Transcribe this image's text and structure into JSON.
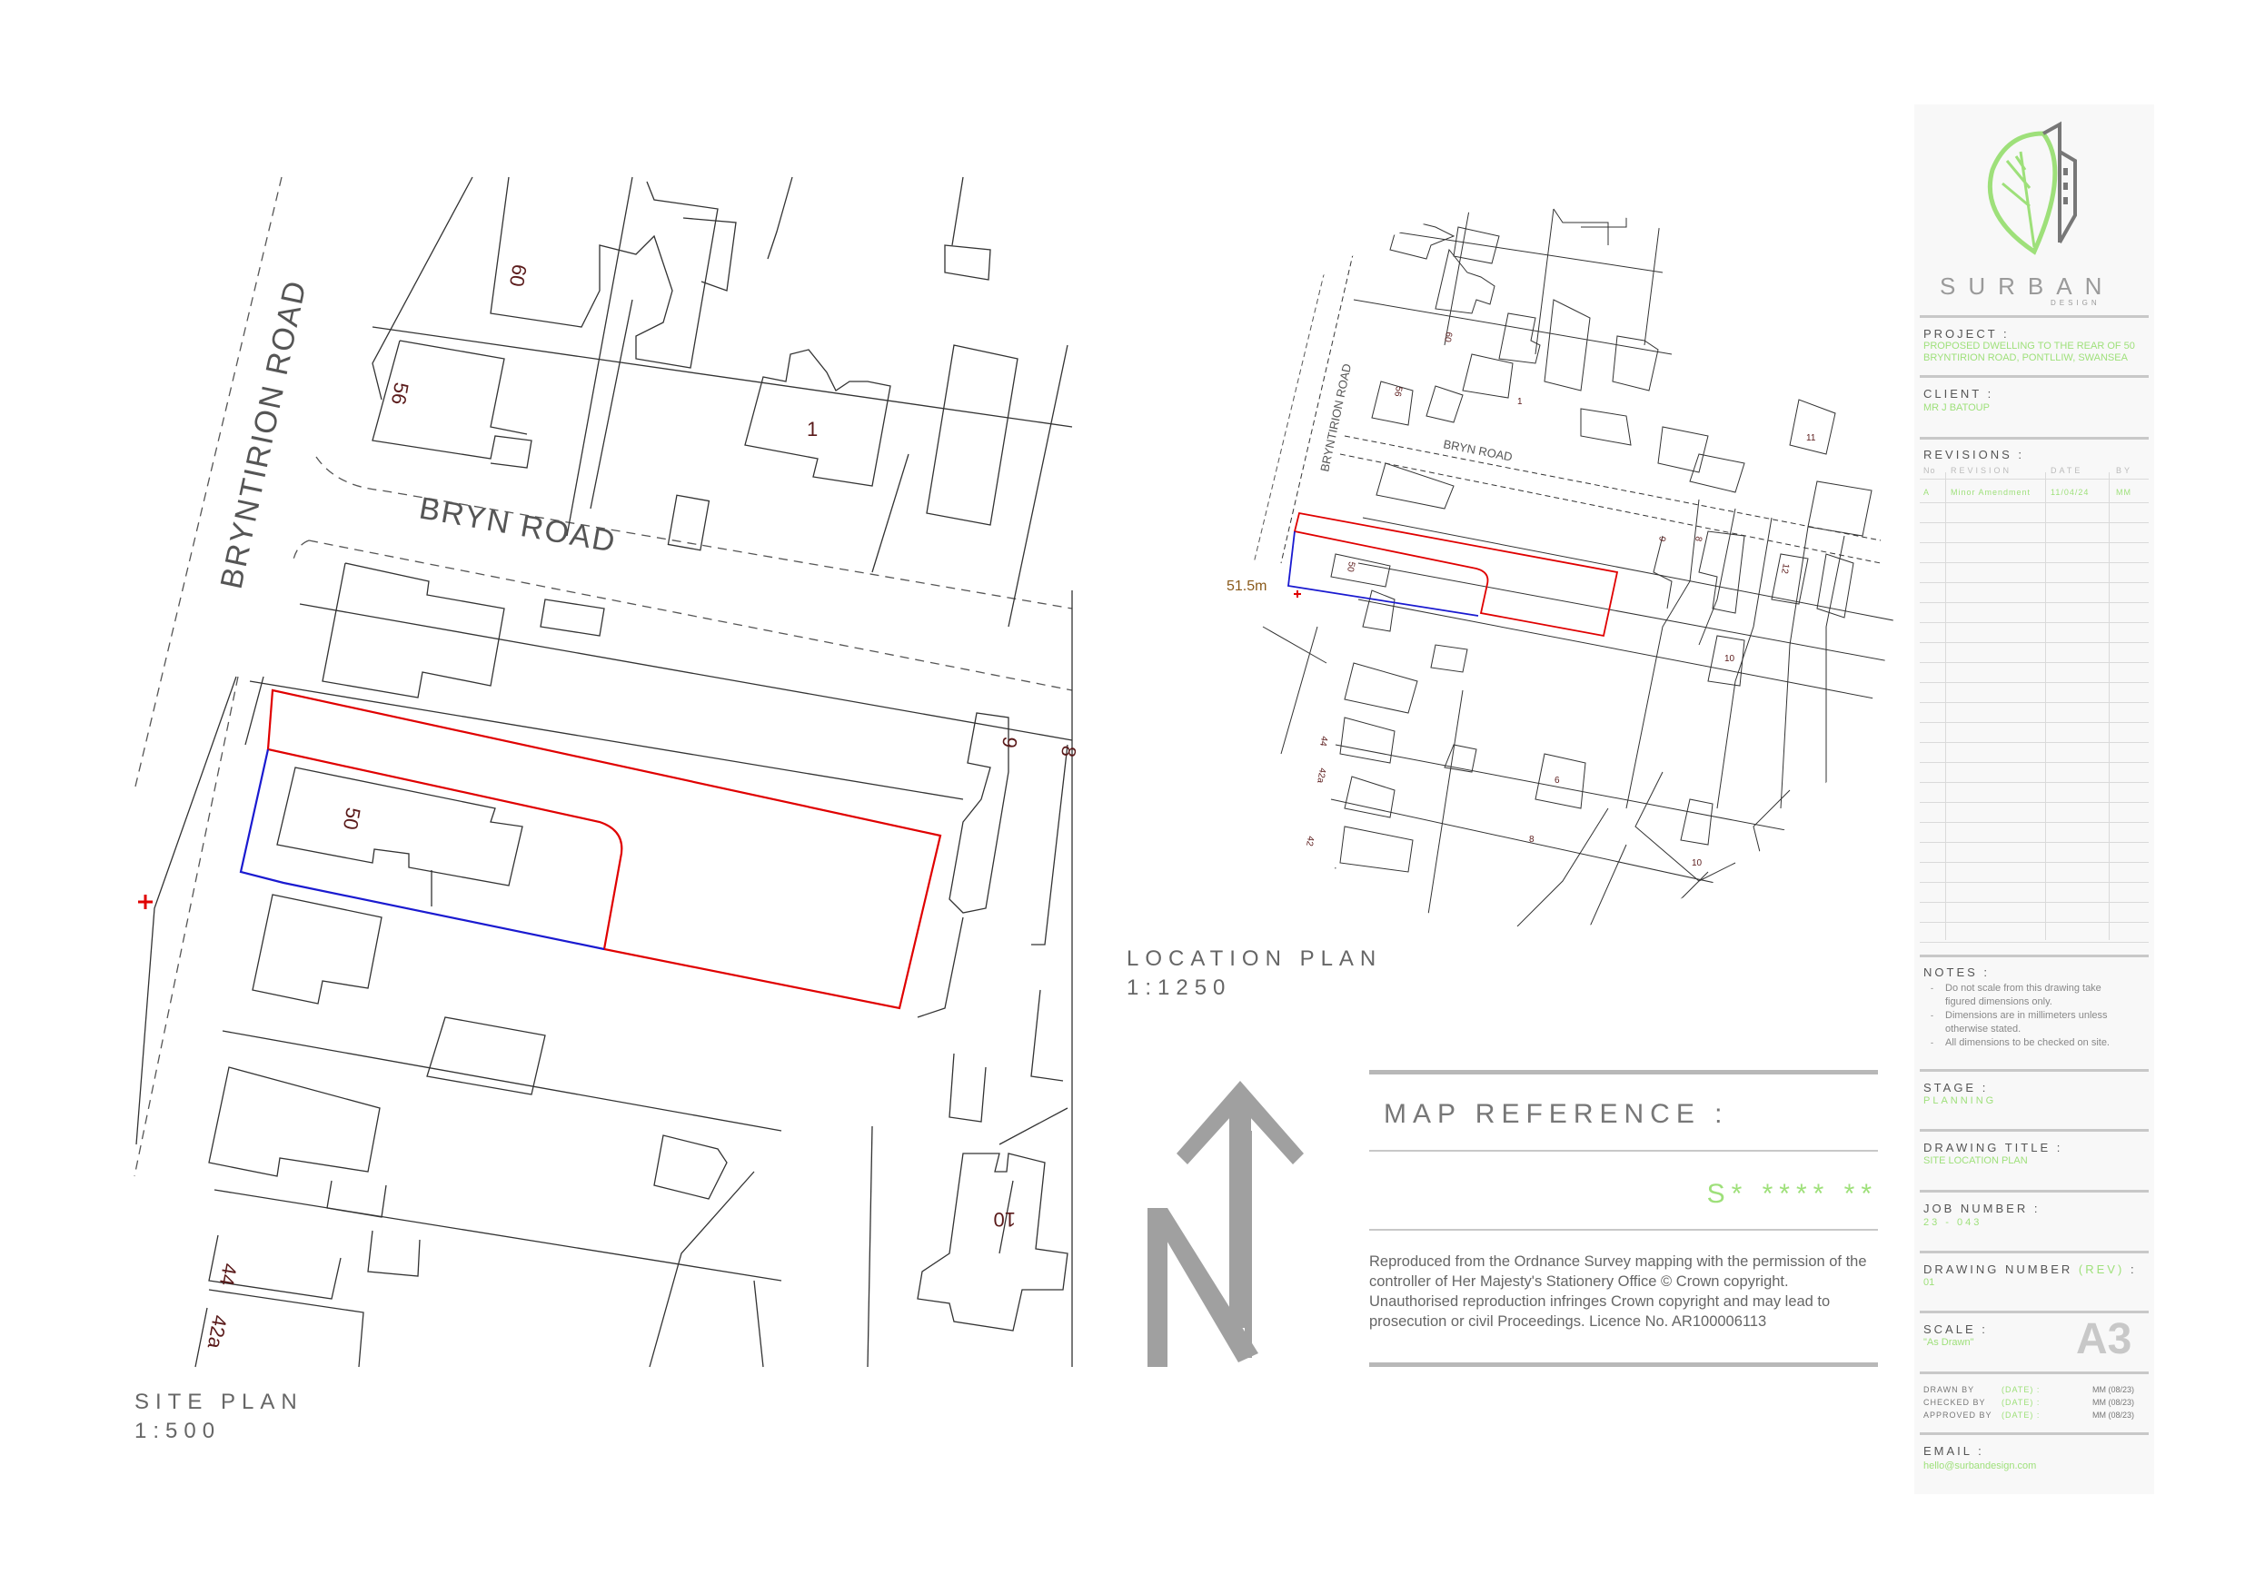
{
  "site_plan": {
    "caption_title": "SITE PLAN",
    "caption_scale": "1:500",
    "road_bryntirion": "BRYNTIRION ROAD",
    "road_bryn": "BRYN ROAD",
    "house_labels": {
      "h60": "60",
      "h56": "56",
      "h1": "1",
      "h50": "50",
      "h9": "9",
      "h8": "8",
      "h10": "10",
      "h44": "44",
      "h42a": "42a"
    }
  },
  "location_plan": {
    "caption_title": "LOCATION PLAN",
    "caption_scale": "1:1250",
    "level": "51.5m",
    "road_bryntirion": "BRYNTIRION ROAD",
    "road_bryn": "BRYN ROAD",
    "house_labels": {
      "h60": "60",
      "h56": "56",
      "h1": "1",
      "h50": "50",
      "h9": "9",
      "h8": "8",
      "h11": "11",
      "h12": "12",
      "h10a": "10",
      "h10b": "10",
      "h44": "44",
      "h42a": "42a",
      "h42": "42",
      "h6": "6",
      "h8b": "8"
    }
  },
  "map_reference": {
    "title": "MAP REFERENCE :",
    "code": "S* **** **",
    "copyright": "Reproduced from the Ordnance Survey mapping with the permission of the controller of Her Majesty's Stationery Office © Crown copyright. Unauthorised reproduction infringes Crown copyright and may lead to prosecution or civil Proceedings. Licence No. AR100006113"
  },
  "title_block": {
    "logo_text": "SURBAN",
    "logo_sub": "DESIGN",
    "project_label": "PROJECT :",
    "project_value": "PROPOSED DWELLING TO THE REAR OF 50 BRYNTIRION ROAD, PONTLLIW, SWANSEA",
    "client_label": "CLIENT :",
    "client_value": "MR J BATOUP",
    "revisions_label": "REVISIONS :",
    "rev_headers": {
      "no": "No",
      "revision": "REVISION",
      "date": "DATE",
      "by": "BY"
    },
    "rev_row": {
      "no": "A",
      "revision": "Minor Amendment",
      "date": "11/04/24",
      "by": "MM"
    },
    "notes_label": "NOTES :",
    "notes": [
      "Do not scale from this drawing take figured dimensions only.",
      "Dimensions are in millimeters unless otherwise stated.",
      "All dimensions to be checked on site."
    ],
    "stage_label": "STAGE :",
    "stage_value": "PLANNING",
    "drawing_title_label": "DRAWING TITLE :",
    "drawing_title_value": "SITE LOCATION PLAN",
    "job_number_label": "JOB NUMBER :",
    "job_number_value": "23 - 043",
    "drawing_number_label": "DRAWING NUMBER",
    "drawing_number_rev": "(REV)",
    "drawing_number_colon": ":",
    "drawing_number_value": "01",
    "scale_label": "SCALE :",
    "scale_value": "\"As Drawn\"",
    "sheet_size": "A3",
    "drawn_by": "DRAWN BY",
    "checked_by": "CHECKED BY",
    "approved_by": "APPROVED BY",
    "date_tag": "(DATE) :",
    "drawn_value": "MM (08/23)",
    "checked_value": "MM (08/23)",
    "approved_value": "MM (08/23)",
    "email_label": "EMAIL :",
    "email_value": "hello@surbandesign.com"
  },
  "colors": {
    "red_line": "#e00000",
    "blue_line": "#1a1ad0",
    "green_accent": "#9ee07a",
    "grey_text": "#666666",
    "label_text": "#5a1a1a"
  },
  "icons": [
    "north-arrow-icon",
    "surban-leaf-logo-icon",
    "site-datum-cross-icon"
  ]
}
